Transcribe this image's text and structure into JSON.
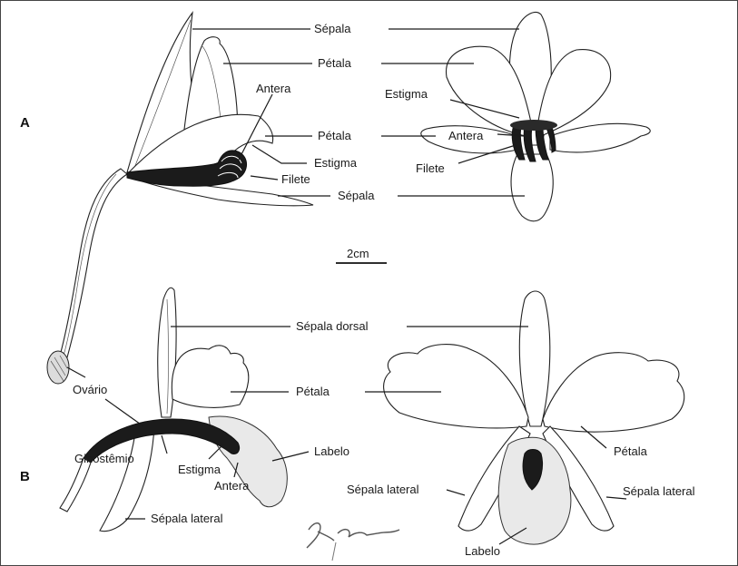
{
  "figure": {
    "panel_a": "A",
    "panel_b": "B",
    "scale": "2cm",
    "signature": "R.Hoort"
  },
  "labels": {
    "a_sepala_top": "Sépala",
    "a_petala_top": "Pétala",
    "a_antera_left": "Antera",
    "a_estigma_right": "Estigma",
    "a_petala_mid": "Pétala",
    "a_antera_right": "Antera",
    "a_estigma_left": "Estigma",
    "a_filete_right": "Filete",
    "a_filete_left": "Filete",
    "a_sepala_bottom": "Sépala",
    "b_sepala_dorsal": "Sépala dorsal",
    "b_ovario": "Ovário",
    "b_petala_mid": "Pétala",
    "b_ginostemio": "Ginostêmio",
    "b_estigma": "Estigma",
    "b_labelo_left": "Labelo",
    "b_antera": "Antera",
    "b_sepala_lateral_left": "Sépala lateral",
    "b_petala_right": "Pétala",
    "b_sepala_lateral_mid": "Sépala lateral",
    "b_sepala_lateral_right": "Sépala lateral",
    "b_labelo_bottom": "Labelo"
  }
}
